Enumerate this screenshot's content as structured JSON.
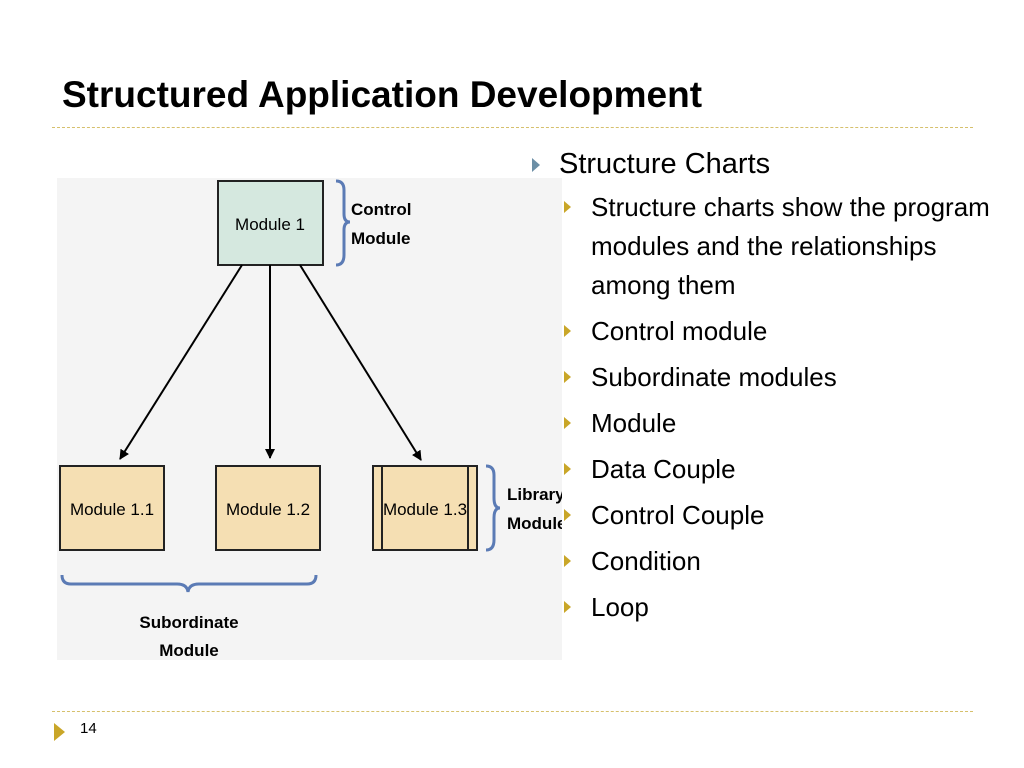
{
  "slide": {
    "title": "Structured Application Development",
    "page_number": "14"
  },
  "diagram": {
    "control": {
      "label": "Module 1",
      "annotation_line1": "Control",
      "annotation_line2": "Module"
    },
    "subordinates": [
      {
        "label": "Module 1.1"
      },
      {
        "label": "Module 1.2"
      },
      {
        "label": "Module 1.3"
      }
    ],
    "library_annotation_line1": "Library",
    "library_annotation_line2": "Module",
    "subordinate_annotation_line1": "Subordinate",
    "subordinate_annotation_line2": "Module"
  },
  "bullets": {
    "heading": "Structure Charts",
    "items": [
      "Structure charts show the program modules and the relationships among them",
      "Control module",
      "Subordinate modules",
      "Module",
      "Data Couple",
      "Control Couple",
      "Condition",
      "Loop"
    ]
  },
  "colors": {
    "control_fill": "#d5e8df",
    "module_fill": "#f5dfb3",
    "brace": "#5b7bb5",
    "bullet_l1": "#6c8fa6",
    "bullet_l2": "#c9a628",
    "rule": "#d6c06c"
  }
}
